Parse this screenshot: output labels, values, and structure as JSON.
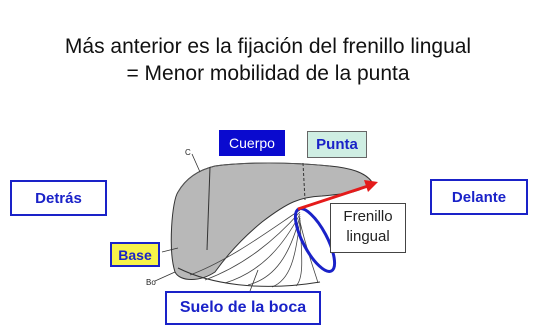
{
  "title": {
    "line1": "Más anterior es la fijación del frenillo lingual",
    "line2": "= Menor mobilidad de la punta"
  },
  "labels": {
    "detras": "Detrás",
    "delante": "Delante",
    "cuerpo": "Cuerpo",
    "punta": "Punta",
    "base": "Base",
    "suelo": "Suelo de la boca",
    "frenillo_line1": "Frenillo",
    "frenillo_line2": "lingual",
    "small_c": "C",
    "small_bo": "Bo"
  },
  "colors": {
    "accent_blue": "#1a22c8",
    "cuerpo_fill": "#0a0acf",
    "punta_fill": "#cfeee3",
    "base_fill": "#f7f24a",
    "tongue_fill": "#b8b8b8",
    "arrow_red": "#e41b1b"
  }
}
